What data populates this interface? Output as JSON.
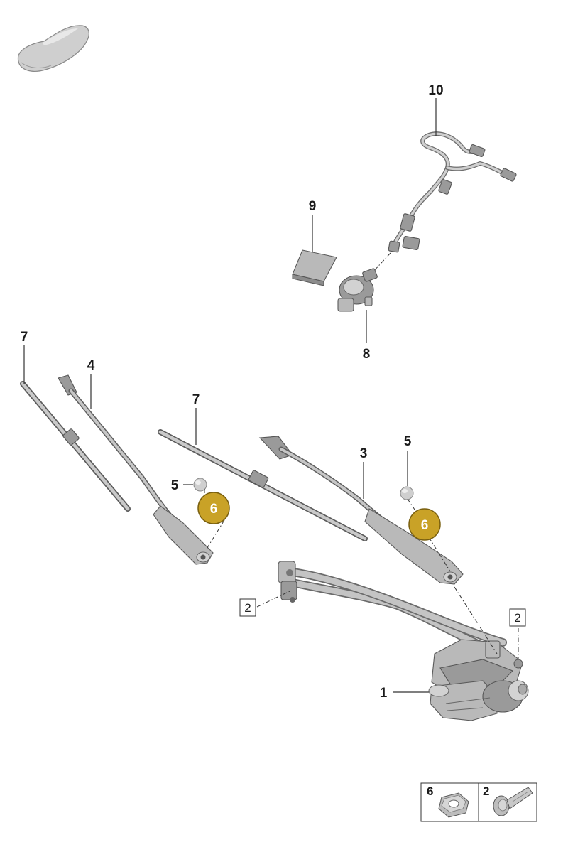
{
  "parts": [
    {
      "number": "1"
    },
    {
      "number": "2"
    },
    {
      "number": "3"
    },
    {
      "number": "4"
    },
    {
      "number": "5"
    },
    {
      "number": "6"
    },
    {
      "number": "7"
    },
    {
      "number": "8"
    },
    {
      "number": "9"
    },
    {
      "number": "10"
    }
  ],
  "labels": {
    "p1": "1",
    "p2_left": "2",
    "p2_right": "2",
    "p3": "3",
    "p4": "4",
    "p5_left": "5",
    "p5_right": "5",
    "p6_left": "6",
    "p6_right": "6",
    "p7_left": "7",
    "p7_center": "7",
    "p8": "8",
    "p9": "9",
    "p10": "10"
  },
  "legend": {
    "items": [
      {
        "number": "6",
        "icon": "hex-nut-icon"
      },
      {
        "number": "2",
        "icon": "bolt-icon"
      }
    ]
  },
  "highlight_color": "#c9a227",
  "icons": [
    "car-silhouette-icon",
    "hex-nut-icon",
    "bolt-icon"
  ]
}
